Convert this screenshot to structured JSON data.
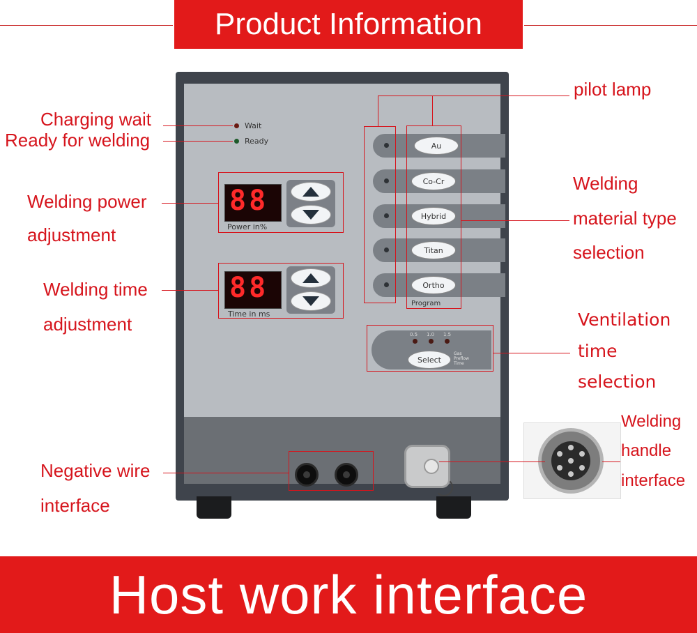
{
  "header": {
    "title": "Product Information"
  },
  "footer": {
    "title": "Host work interface"
  },
  "callouts": {
    "charging_wait": "Charging wait",
    "ready_for_welding": "Ready for welding",
    "power_line1": "Welding power",
    "power_line2": "adjustment",
    "time_line1": "Welding time",
    "time_line2": "adjustment",
    "negative_line1": "Negative wire",
    "negative_line2": "interface",
    "pilot_lamp": "pilot lamp",
    "material_line1": "Welding",
    "material_line2": "material type",
    "material_line3": "selection",
    "vent_line1": "Ventilation",
    "vent_line2": "time",
    "vent_line3": "selection",
    "handle_line1": "Welding",
    "handle_line2": "handle",
    "handle_line3": "interface"
  },
  "panel": {
    "wait_label": "Wait",
    "ready_label": "Ready",
    "power_display": "88",
    "power_label": "Power  in%",
    "time_display": "88",
    "time_label": "Time  in  ms",
    "program_label": "Program",
    "programs": [
      "Au",
      "Co-Cr",
      "Hybrid",
      "Titan",
      "Ortho"
    ],
    "vent_values": [
      "0.5",
      "1.0",
      "1.5"
    ],
    "select_label": "Select",
    "gas_prefl_line1": "Gas",
    "gas_prefl_line2": "Preflow",
    "gas_prefl_line3": "Time"
  },
  "colors": {
    "accent_red": "#e21a1a",
    "callout_red": "#d6141c",
    "panel_grey": "#b8bcc1"
  }
}
